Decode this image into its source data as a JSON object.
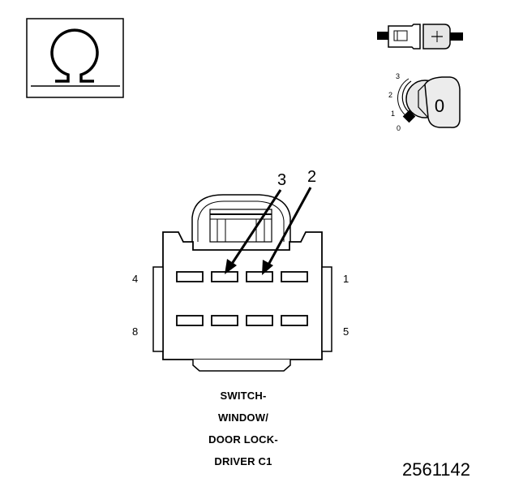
{
  "meter": {
    "symbol_icon": "ohm-icon",
    "dial_labels": [
      "3",
      "2",
      "1",
      "0"
    ],
    "key_label": "0",
    "icons": {
      "probe": "test-probe-icon",
      "key": "ignition-key-icon"
    }
  },
  "connector": {
    "callouts": [
      "3",
      "2"
    ],
    "pin_labels": {
      "top_left": "4",
      "top_right": "1",
      "bottom_left": "8",
      "bottom_right": "5"
    }
  },
  "caption": {
    "lines": [
      "SWITCH-",
      "WINDOW/",
      "DOOR LOCK-",
      "DRIVER C1"
    ]
  },
  "figure_id": "2561142"
}
